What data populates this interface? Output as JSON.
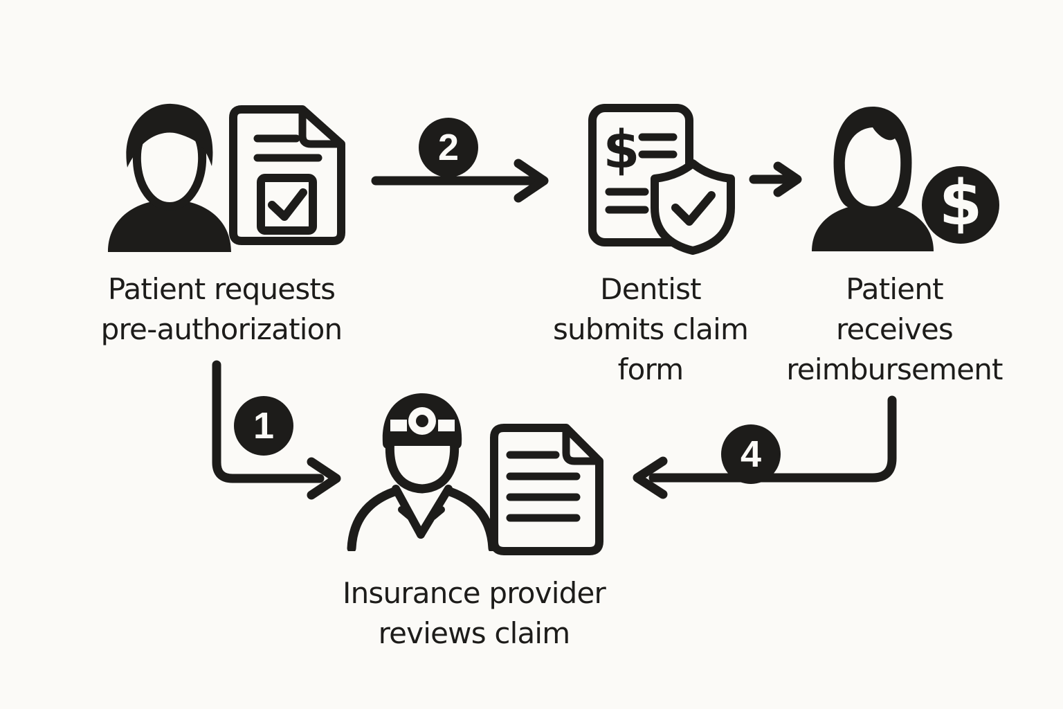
{
  "colors": {
    "background": "#fbfaf7",
    "ink": "#1d1c1a"
  },
  "steps": [
    {
      "name": "patient-requests-preauthorization",
      "label": "Patient requests\npre-authorization",
      "icons": [
        "patient-person-icon",
        "preauthorization-form-icon"
      ]
    },
    {
      "name": "dentist-submits-claim-form",
      "label": "Dentist\nsubmits claim\nform",
      "icons": [
        "claim-form-dollar-icon",
        "shield-check-icon"
      ]
    },
    {
      "name": "patient-receives-reimbursement",
      "label": "Patient\nreceives\nreimbursement",
      "icons": [
        "patient-person-icon",
        "dollar-coin-icon"
      ]
    },
    {
      "name": "insurance-provider-reviews-claim",
      "label": "Insurance provider\nreviews claim",
      "icons": [
        "doctor-icon",
        "claim-document-icon"
      ]
    }
  ],
  "badges": {
    "step1": "1",
    "step2": "2",
    "step4": "4"
  },
  "glyphs": {
    "claim_form_dollar": "$",
    "coin_dollar": "$"
  }
}
